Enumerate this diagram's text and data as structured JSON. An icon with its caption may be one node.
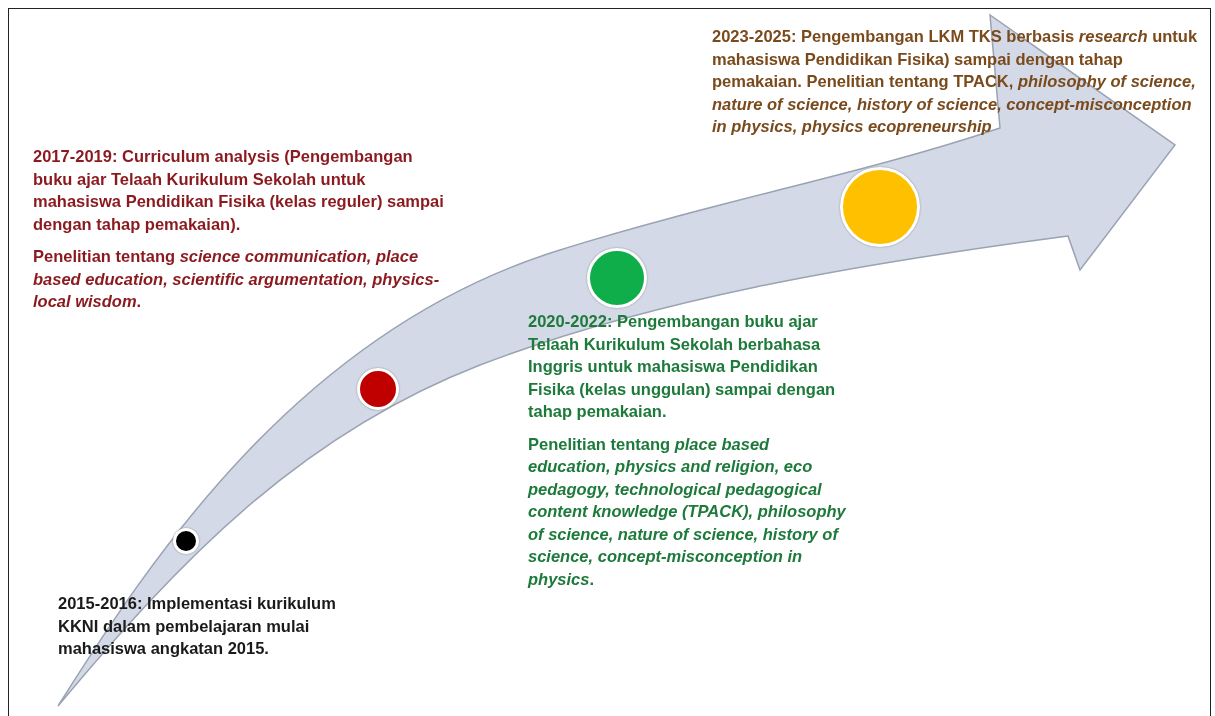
{
  "diagram": {
    "nodes": [
      {
        "text": [],
        "shape": "circle",
        "beside": [
          "2015-2016: Implementasi kurikulum KKNI dalam pembelajaran mulai mahasiswa angkatan 2015."
        ]
      },
      {
        "text": [],
        "shape": "circle",
        "beside": [
          "2017-2019: Curriculum analysis (Pengembangan buku ajar Telaah Kurikulum Sekolah untuk mahasiswa Pendidikan Fisika (kelas reguler) sampai dengan tahap pemakaian).",
          "Penelitian tentang *science communication, place based education, scientific argumentation,  physics-local wisdom*."
        ]
      },
      {
        "text": [],
        "shape": "circle",
        "beside": [
          "2020-2022: Pengembangan buku ajar Telaah Kurikulum Sekolah berbahasa Inggris untuk mahasiswa Pendidikan Fisika (kelas unggulan) sampai dengan tahap pemakaian.",
          "Penelitian tentang *place based education,  physics and religion, eco pedagogy, technological pedagogical content knowledge (TPACK), philosophy of science, nature of science, history of science, concept-misconception in physics*."
        ]
      },
      {
        "text": [],
        "shape": "circle",
        "beside": [
          "2023-2025: Pengembangan LKM TKS berbasis *research* untuk mahasiswa Pendidikan Fisika) sampai dengan tahap pemakaian. Penelitian tentang  TPACK, *philosophy of science, nature of science, history of science, concept-misconception in physics, physics ecopreneurship*"
        ]
      }
    ]
  }
}
